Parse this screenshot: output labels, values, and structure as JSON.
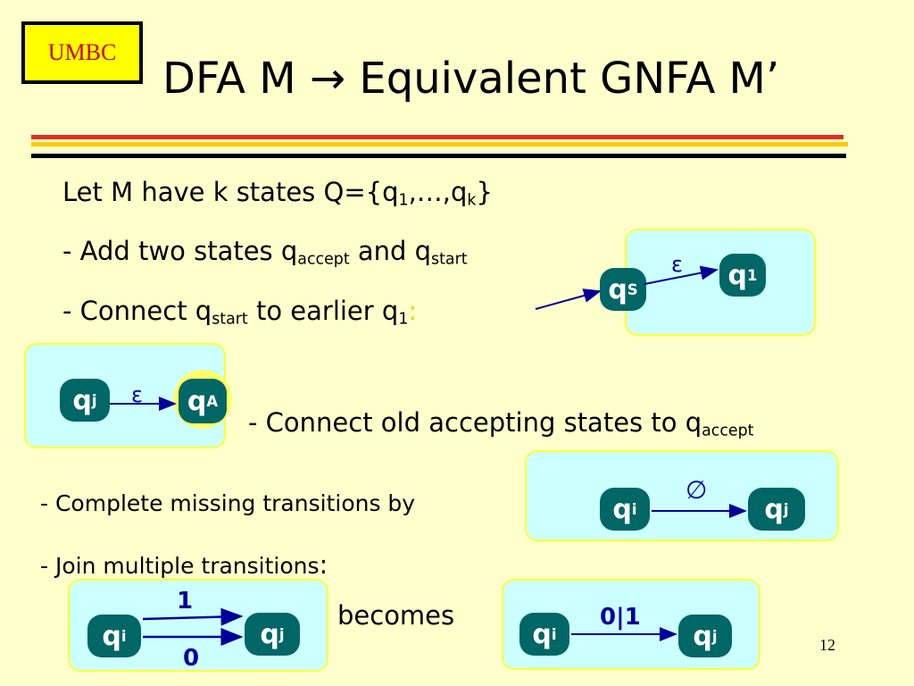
{
  "logo": "UMBC",
  "title": "DFA M → Equivalent GNFA M’",
  "body": {
    "line1_pre": "Let M have k states Q={q",
    "line1_s1": "1",
    "line1_mid": ",…,q",
    "line1_sk": "k",
    "line1_post": "}",
    "line2_pre": "- Add two states q",
    "line2_s1": "accept",
    "line2_mid": " and q",
    "line2_s2": "start",
    "line3_pre": "- Connect q",
    "line3_s1": "start",
    "line3_mid": " to earlier q",
    "line3_s2": "1",
    "line3_colon": ":",
    "line4_pre": "- Connect old accepting states to q",
    "line4_s1": "accept",
    "line5": "- Complete missing transitions by",
    "line6": "- Join multiple transitions",
    "line6_colon": ":",
    "becomes": "becomes"
  },
  "diagram_start": {
    "qs": "q",
    "qs_sub": "S",
    "q1": "q",
    "q1_sub": "1",
    "edge": "ε"
  },
  "diagram_accept": {
    "qj": "q",
    "qj_sub": "j",
    "qa": "q",
    "qa_sub": "A",
    "edge": "ε"
  },
  "diagram_empty": {
    "qi": "q",
    "qi_sub": "i",
    "qj": "q",
    "qj_sub": "j",
    "edge": "∅"
  },
  "diagram_multi": {
    "qi": "q",
    "qi_sub": "i",
    "qj": "q",
    "qj_sub": "j",
    "edge_top": "1",
    "edge_bottom": "0"
  },
  "diagram_joined": {
    "qi": "q",
    "qi_sub": "i",
    "qj": "q",
    "qj_sub": "j",
    "edge": "0|1"
  },
  "page_number": "12",
  "colors": {
    "background": "#ffffcc",
    "node": "#006666",
    "box": "#ccffff",
    "arrow": "#000099",
    "logo_text": "#cc0000"
  }
}
